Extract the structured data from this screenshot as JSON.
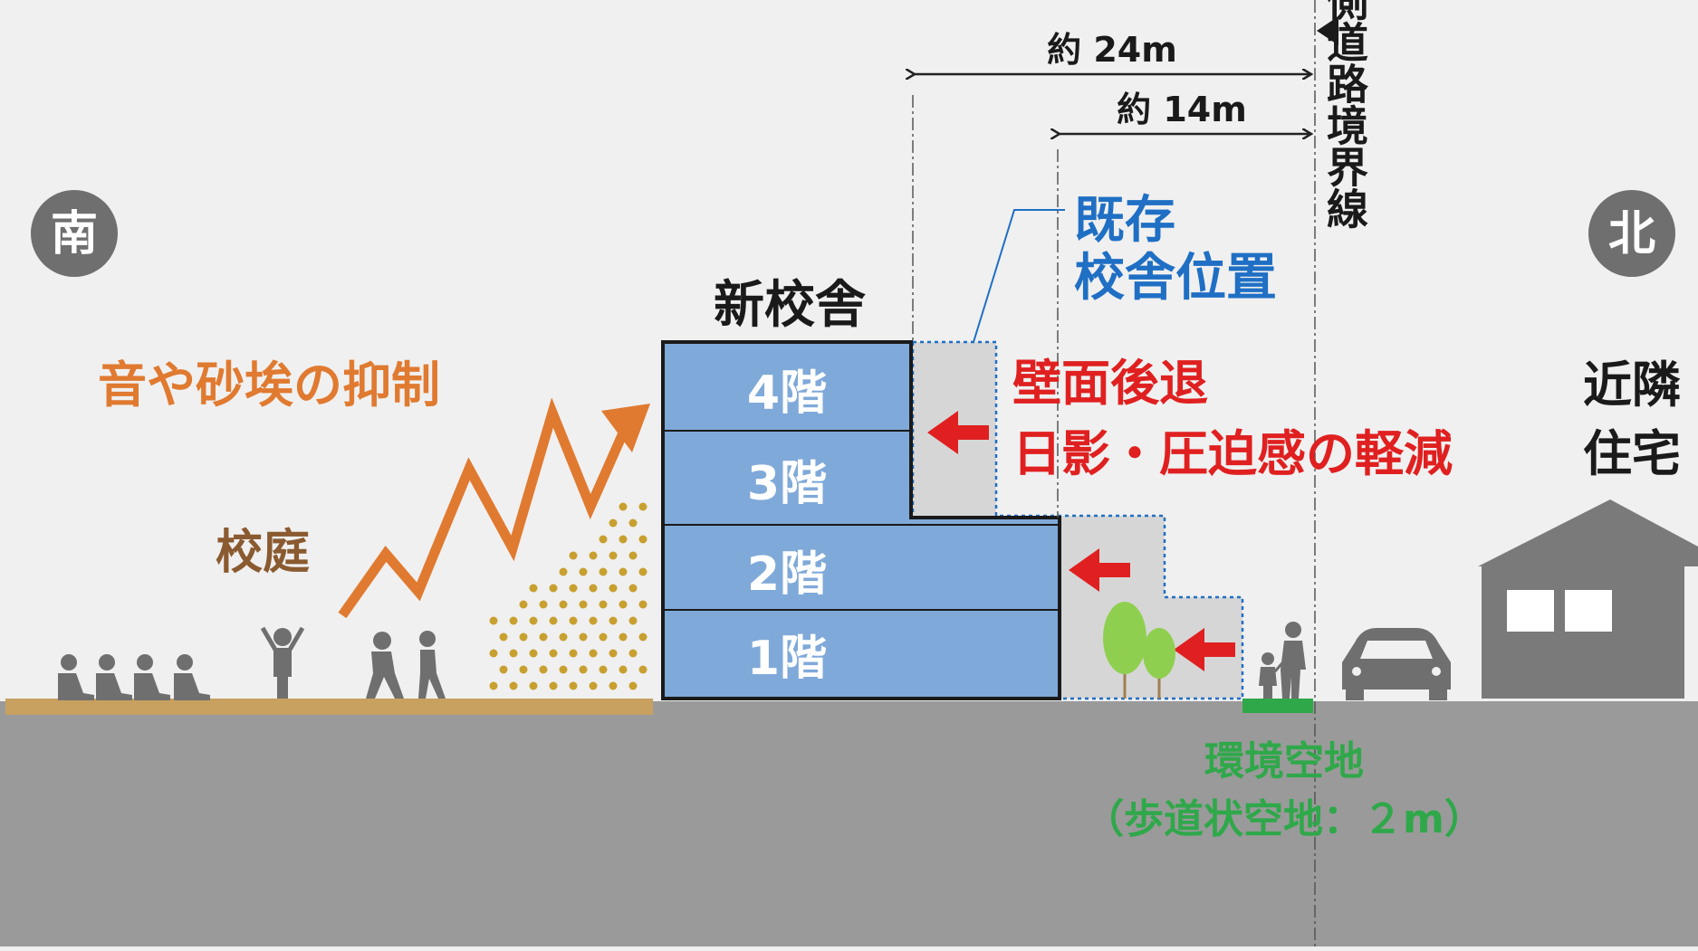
{
  "labels": {
    "south": "南",
    "north": "北",
    "new_building": "新校舎",
    "existing_position_line1": "既存",
    "existing_position_line2": "校舎位置",
    "north_road_boundary": "北側道路境界線",
    "dim_24": "約 24m",
    "dim_14": "約 14m",
    "noise_dust": "音や砂埃の抑制",
    "schoolyard": "校庭",
    "wall_setback": "壁面後退",
    "shadow_reduction": "日影・圧迫感の軽減",
    "neighbors_line1": "近隣",
    "neighbors_line2": "住宅",
    "env_space": "環境空地",
    "sidewalk_space": "（歩道状空地：２m）"
  },
  "floors": [
    "4階",
    "3階",
    "2階",
    "1階"
  ],
  "colors": {
    "background": "#f0f0f0",
    "ground": "#9a9a9a",
    "schoolyard_ground": "#c8a060",
    "building_blue": "#7fa9d9",
    "existing_gray": "#d6d6d6",
    "orange": "#e07a30",
    "brown_label": "#8a5a30",
    "blue_label": "#1f6fc4",
    "red": "#e02020",
    "green": "#2fa84a",
    "dark_gray": "#6f6f6f",
    "dots": "#c8a030",
    "tree": "#8fcf4f"
  }
}
